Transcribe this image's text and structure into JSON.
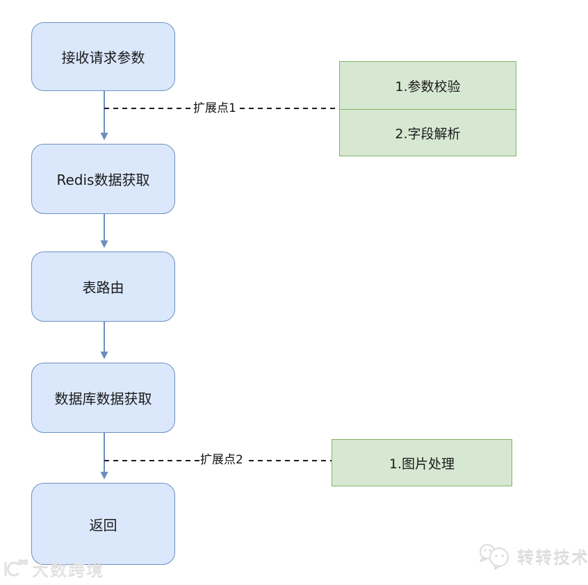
{
  "diagram": {
    "type": "flowchart",
    "nodes": [
      {
        "id": "receive-params",
        "label": "接收请求参数"
      },
      {
        "id": "redis-fetch",
        "label": "Redis数据获取"
      },
      {
        "id": "table-route",
        "label": "表路由"
      },
      {
        "id": "db-fetch",
        "label": "数据库数据获取"
      },
      {
        "id": "return",
        "label": "返回"
      }
    ],
    "flow": [
      "接收请求参数",
      "Redis数据获取",
      "表路由",
      "数据库数据获取",
      "返回"
    ],
    "extension_points": [
      {
        "label": "扩展点1",
        "attached_between": [
          "接收请求参数",
          "Redis数据获取"
        ],
        "items": [
          "1.参数校验",
          "2.字段解析"
        ]
      },
      {
        "label": "扩展点2",
        "attached_between": [
          "数据库数据获取",
          "返回"
        ],
        "items": [
          "1.图片处理"
        ]
      }
    ],
    "colors": {
      "node_fill": "#dbe8fc",
      "node_border": "#6c8ebf",
      "extension_fill": "#d7e8d2",
      "extension_border": "#82b366",
      "connector": "#6c8ebf",
      "dashed_line": "#1a1a1a",
      "watermark": "#e2e2e2"
    }
  },
  "watermarks": {
    "bottom_left": {
      "text": "大数跨境"
    },
    "bottom_right": {
      "text": "转转技术"
    }
  }
}
